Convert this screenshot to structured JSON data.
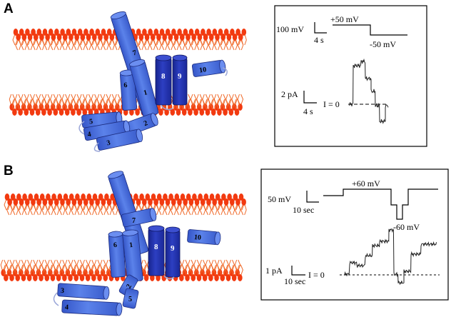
{
  "panels": [
    {
      "letter": "A",
      "helices": {
        "h1": "1",
        "h2": "2",
        "h3": "3",
        "h4": "4",
        "h5": "5",
        "h6": "6",
        "h7": "7",
        "h8": "8",
        "h9": "9",
        "h10": "10"
      },
      "inset": {
        "voltage_scale": "100 mV",
        "voltage_time": "4 s",
        "step_high": "+50 mV",
        "step_low": "-50 mV",
        "current_scale": "2 pA",
        "current_time": "4 s",
        "zero_label": "I = 0"
      }
    },
    {
      "letter": "B",
      "helices": {
        "h1": "1",
        "h2": "2",
        "h3": "3",
        "h4": "4",
        "h5": "5",
        "h6": "6",
        "h7": "7",
        "h8": "8",
        "h9": "9",
        "h10": "10"
      },
      "inset": {
        "voltage_scale": "50 mV",
        "voltage_time": "10 sec",
        "step_high": "+60 mV",
        "step_low": "-60 mV",
        "current_scale": "1 pA",
        "current_time": "10 sec",
        "zero_label": "I = 0"
      }
    }
  ],
  "colors": {
    "lipid_head": "#f23a10",
    "lipid_tail": "#f06a2a",
    "helix_light": "#4a72e0",
    "helix_dark": "#1f2fae",
    "loop": "#9aa6d8"
  }
}
